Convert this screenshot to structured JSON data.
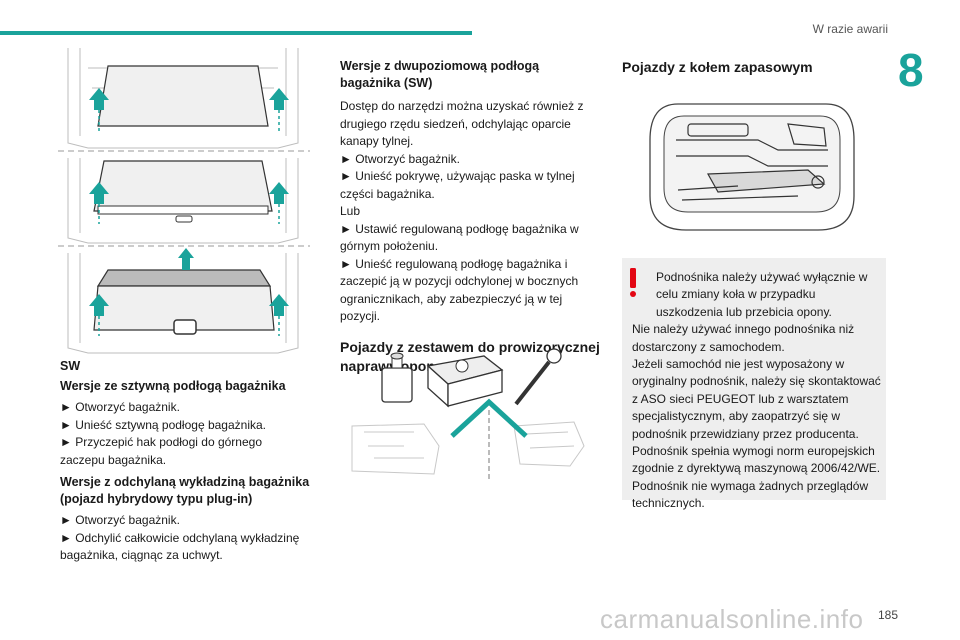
{
  "header": {
    "section": "W razie awarii",
    "chapter": "8",
    "accent": "#1aa39b"
  },
  "col1": {
    "title_sw": "SW",
    "title_fixed": "Wersje ze sztywną podłogą bagażnika",
    "steps_fixed": [
      "► Otworzyć bagażnik.",
      "► Unieść sztywną podłogę bagażnika.",
      "► Przyczepić hak podłogi do górnego zaczepu bagażnika."
    ],
    "title_hybrid": "Wersje z odchylaną wykładziną bagażnika (pojazd hybrydowy typu plug-in)",
    "steps_hybrid": [
      "► Otworzyć bagażnik.",
      "► Odchylić całkowicie odchylaną wykładzinę bagażnika, ciągnąc za uchwyt."
    ]
  },
  "col2": {
    "title_double": "Wersje z dwupoziomową podłogą bagażnika (SW)",
    "para_double": "Dostęp do narzędzi można uzyskać również z drugiego rzędu siedzeń, odchylając oparcie kanapy tylnej.",
    "steps_double": [
      "► Otworzyć bagażnik.",
      "► Unieść pokrywę, używając paska w tylnej części bagażnika.",
      "Lub",
      "► Ustawić regulowaną podłogę bagażnika w górnym położeniu.",
      "► Unieść regulowaną podłogę bagażnika i zaczepić ją w pozycji odchylonej w bocznych ogranicznikach, aby zabezpieczyć ją w tej pozycji."
    ],
    "title_kit": "Pojazdy z zestawem do prowizorycznej naprawy opon"
  },
  "col3": {
    "title_spare": "Pojazdy z kołem zapasowym",
    "warning": [
      "Podnośnika należy używać wyłącznie w celu zmiany koła w przypadku uszkodzenia lub przebicia opony.",
      "Nie należy używać innego podnośnika niż dostarczony z samochodem.",
      "Jeżeli samochód nie jest wyposażony w oryginalny podnośnik, należy się skontaktować z ASO sieci PEUGEOT lub z warsztatem specjalistycznym, aby zaopatrzyć się w podnośnik przewidziany przez producenta.",
      "Podnośnik spełnia wymogi norm europejskich zgodnie z dyrektywą maszynową 2006/42/WE.",
      "Podnośnik nie wymaga żadnych przeglądów technicznych."
    ],
    "warning_color": "#e30613"
  },
  "page_number": "185",
  "watermark": "carmanualsonline.info"
}
